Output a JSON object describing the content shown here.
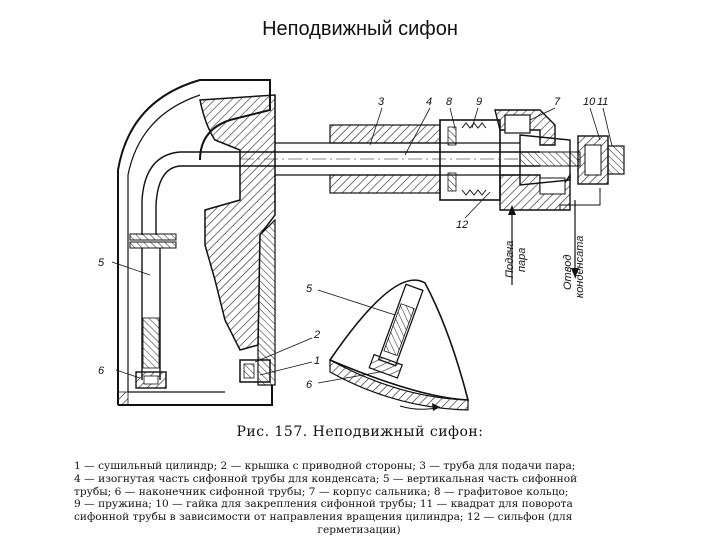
{
  "slide": {
    "title": "Неподвижный сифон"
  },
  "figure": {
    "part_numbers": [
      "3",
      "4",
      "8",
      "9",
      "7",
      "10",
      "11",
      "12",
      "5",
      "6",
      "5",
      "2",
      "1",
      "6"
    ],
    "flow_labels": {
      "steam_in": [
        "Подача",
        "пара"
      ],
      "condensate_out": [
        "Отвод",
        "конденсата"
      ]
    }
  },
  "caption": {
    "title": "Рис. 157. Неподвижный сифон:",
    "lines": [
      "1 — сушильный цилиндр; 2 — крышка с приводной стороны; 3 — труба для подачи пара;",
      "4 — изогнутая часть сифонной трубы для конденсата; 5 — вертикальная часть сифонной",
      "трубы; 6 — наконечник сифонной трубы; 7 — корпус сальника; 8 — графитовое кольцо;",
      "9 — пружина; 10 — гайка для закрепления сифонной трубы; 11 — квадрат для поворота",
      "сифонной трубы в зависимости от направления вращения цилиндра; 12 — сильфон (для",
      "герметизации)"
    ]
  }
}
